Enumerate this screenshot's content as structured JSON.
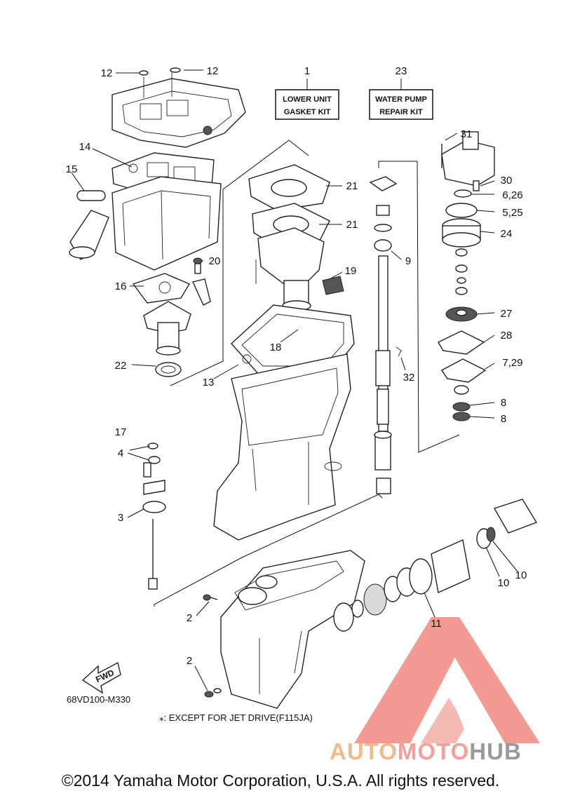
{
  "diagram": {
    "code": "68VD100-M330",
    "footnote": "⁎: EXCEPT FOR JET DRIVE(F115JA)",
    "fwd_label": "FWD",
    "copyright": "©2014 Yamaha Motor Corporation, U.S.A. All rights reserved."
  },
  "kits": {
    "gasket_kit": {
      "number": "1",
      "line1": "LOWER UNIT",
      "line2": "GASKET KIT"
    },
    "water_pump_kit": {
      "number": "23",
      "line1": "WATER PUMP",
      "line2": "REPAIR KIT"
    }
  },
  "callouts": {
    "c12a": "12",
    "c12b": "12",
    "c14": "14",
    "c15": "15",
    "c16": "16",
    "c17": "17",
    "c20": "20",
    "c21a": "21",
    "c21b": "21",
    "c19": "19",
    "c18": "18",
    "c22": "22",
    "c13": "13",
    "c9": "9",
    "c32": "32",
    "c31": "31",
    "c30": "30",
    "c6_26": "6,26",
    "c5_25": "5,25",
    "c24": "24",
    "c27": "27",
    "c28": "28",
    "c7_29": "7,29",
    "c8a": "8",
    "c8b": "8",
    "c4": "4",
    "c3": "3",
    "c2a": "2",
    "c2b": "2",
    "c10a": "10",
    "c10b": "10",
    "c11": "11"
  },
  "watermark": {
    "part_a": "AUTO",
    "part_b": "MOTO",
    "part_c": "HUB",
    "logo_color": "#f07a70",
    "accent_orange": "#f2b98a",
    "accent_gray": "#9a9a9a"
  }
}
